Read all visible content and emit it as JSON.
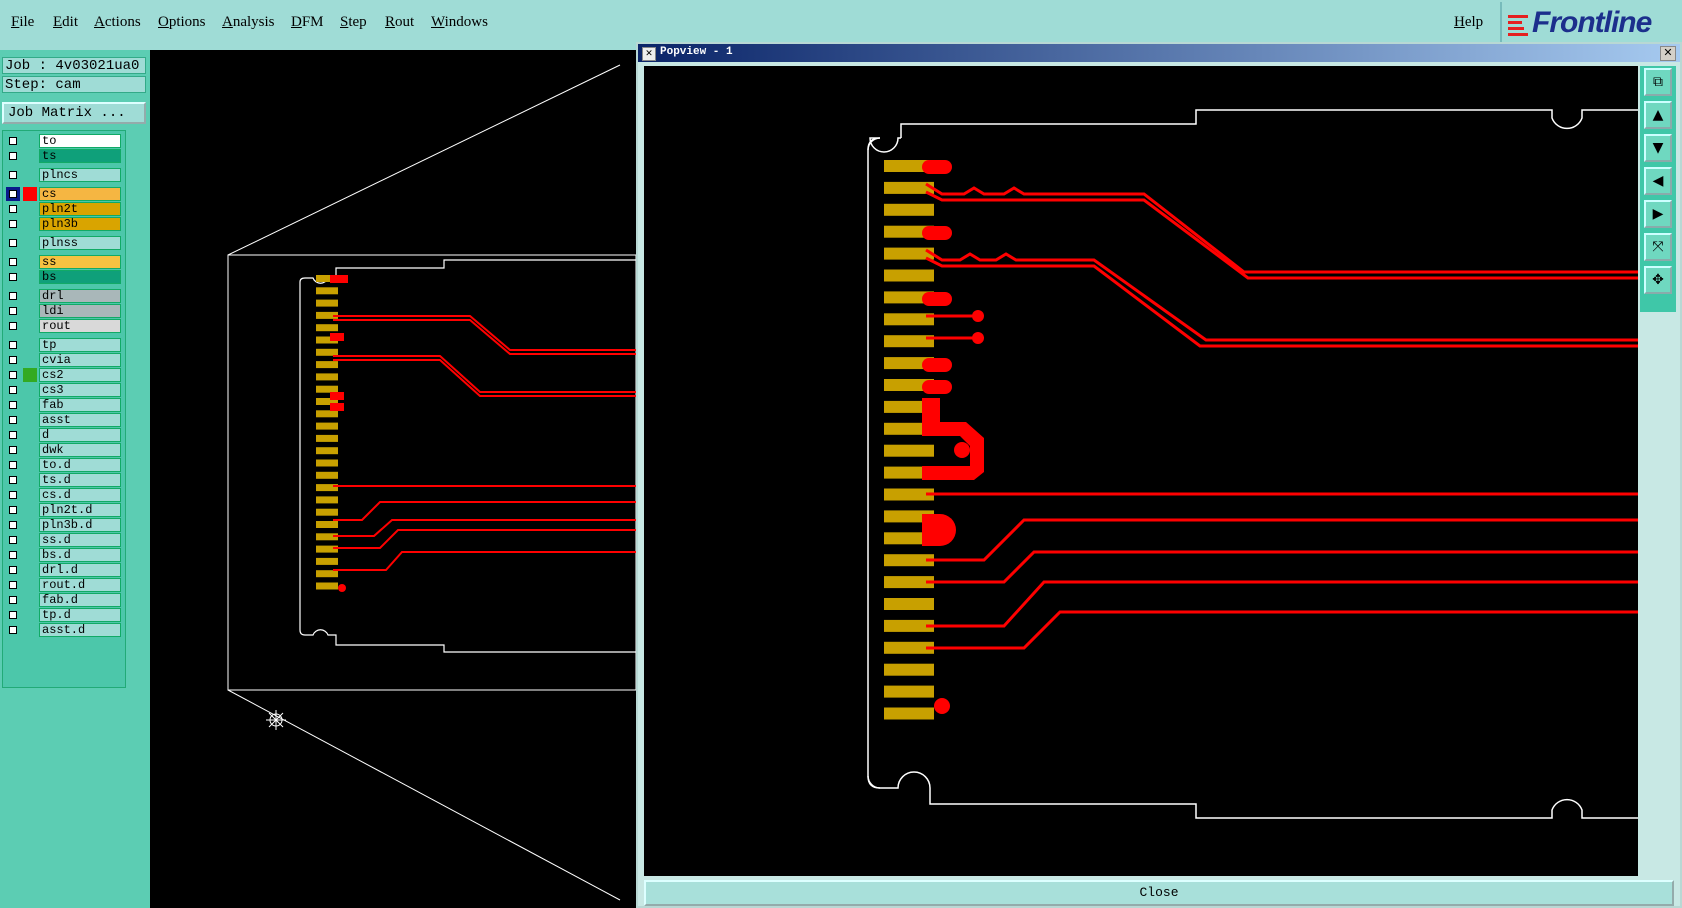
{
  "menu": {
    "items": [
      "File",
      "Edit",
      "Actions",
      "Options",
      "Analysis",
      "DFM",
      "Step",
      "Rout",
      "Windows"
    ],
    "help": "Help",
    "logo": "Frontline"
  },
  "job": {
    "job_label": "Job : 4v03021ua0",
    "step_label": "Step: cam",
    "matrix_button": "Job Matrix ..."
  },
  "layers": [
    {
      "name": "to",
      "color": "#ffffff",
      "active": false
    },
    {
      "name": "ts",
      "color": "#0fa07a",
      "active": false
    },
    {
      "name": "plncs",
      "color": "#9fdcd6",
      "active": false
    },
    {
      "name": "cs",
      "color": "#f5b642",
      "active": true,
      "swatch": "#ff0000"
    },
    {
      "name": "pln2t",
      "color": "#d9a400",
      "active": false
    },
    {
      "name": "pln3b",
      "color": "#d9a400",
      "active": false
    },
    {
      "name": "plnss",
      "color": "#9fdcd6",
      "active": false
    },
    {
      "name": "ss",
      "color": "#f5c242",
      "active": false
    },
    {
      "name": "bs",
      "color": "#0fa07a",
      "active": false
    },
    {
      "name": "drl",
      "color": "#a9b7b9",
      "active": false
    },
    {
      "name": "ldi",
      "color": "#a9b7b9",
      "active": false
    },
    {
      "name": "rout",
      "color": "#d9d9d9",
      "active": false
    },
    {
      "name": "tp",
      "color": "#9fdcd6",
      "active": false
    },
    {
      "name": "cvia",
      "color": "#9fdcd6",
      "active": false
    },
    {
      "name": "cs2",
      "color": "#9fdcd6",
      "active": false,
      "swatch": "#33aa22"
    },
    {
      "name": "cs3",
      "color": "#9fdcd6",
      "active": false
    },
    {
      "name": "fab",
      "color": "#9fdcd6",
      "active": false
    },
    {
      "name": "asst",
      "color": "#9fdcd6",
      "active": false
    },
    {
      "name": "d",
      "color": "#9fdcd6",
      "active": false
    },
    {
      "name": "dwk",
      "color": "#9fdcd6",
      "active": false
    },
    {
      "name": "to.d",
      "color": "#9fdcd6",
      "active": false
    },
    {
      "name": "ts.d",
      "color": "#9fdcd6",
      "active": false
    },
    {
      "name": "cs.d",
      "color": "#9fdcd6",
      "active": false
    },
    {
      "name": "pln2t.d",
      "color": "#9fdcd6",
      "active": false
    },
    {
      "name": "pln3b.d",
      "color": "#9fdcd6",
      "active": false
    },
    {
      "name": "ss.d",
      "color": "#9fdcd6",
      "active": false
    },
    {
      "name": "bs.d",
      "color": "#9fdcd6",
      "active": false
    },
    {
      "name": "drl.d",
      "color": "#9fdcd6",
      "active": false
    },
    {
      "name": "rout.d",
      "color": "#9fdcd6",
      "active": false
    },
    {
      "name": "fab.d",
      "color": "#9fdcd6",
      "active": false
    },
    {
      "name": "tp.d",
      "color": "#9fdcd6",
      "active": false
    },
    {
      "name": "asst.d",
      "color": "#9fdcd6",
      "active": false
    }
  ],
  "popview": {
    "title": "Popview - 1",
    "close_label": "Close",
    "toolbar_icons": [
      "zoom-window-icon",
      "pan-up-icon",
      "pan-down-icon",
      "pan-left-icon",
      "pan-right-icon",
      "zoom-fit-icon",
      "zoom-home-icon"
    ]
  },
  "colors": {
    "pad": "#c8a000",
    "trace": "#ff0000",
    "outline": "#ffffff",
    "panel": "#5ccdb3",
    "menubar": "#9fdcd6"
  }
}
